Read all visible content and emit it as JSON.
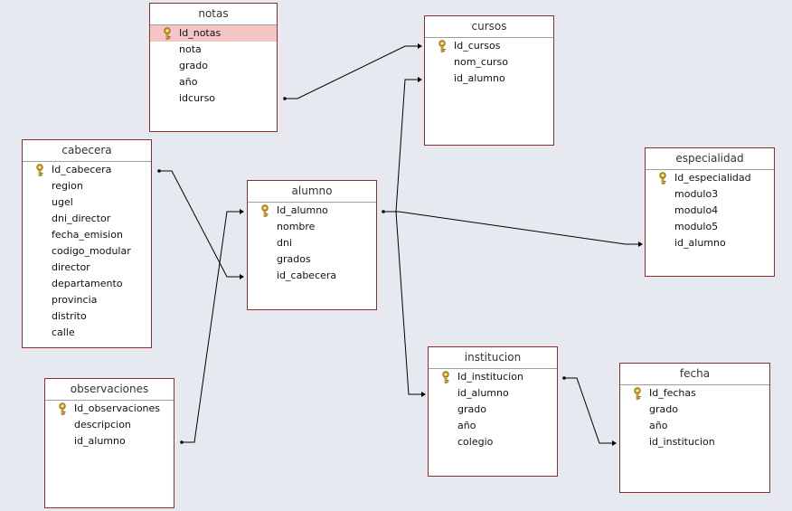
{
  "tables": [
    {
      "id": "notas",
      "title": "notas",
      "fields": [
        {
          "name": "Id_notas",
          "key": true,
          "selected": true
        },
        {
          "name": "nota"
        },
        {
          "name": "grado"
        },
        {
          "name": "año"
        },
        {
          "name": "idcurso"
        }
      ]
    },
    {
      "id": "cursos",
      "title": "cursos",
      "fields": [
        {
          "name": "Id_cursos",
          "key": true
        },
        {
          "name": "nom_curso"
        },
        {
          "name": "id_alumno"
        }
      ]
    },
    {
      "id": "cabecera",
      "title": "cabecera",
      "fields": [
        {
          "name": "Id_cabecera",
          "key": true
        },
        {
          "name": "region"
        },
        {
          "name": "ugel"
        },
        {
          "name": "dni_director"
        },
        {
          "name": "fecha_emision"
        },
        {
          "name": "codigo_modular"
        },
        {
          "name": "director"
        },
        {
          "name": "departamento"
        },
        {
          "name": "provincia"
        },
        {
          "name": "distrito"
        },
        {
          "name": "calle"
        }
      ]
    },
    {
      "id": "alumno",
      "title": "alumno",
      "fields": [
        {
          "name": "Id_alumno",
          "key": true
        },
        {
          "name": "nombre"
        },
        {
          "name": "dni"
        },
        {
          "name": "grados"
        },
        {
          "name": "id_cabecera"
        }
      ]
    },
    {
      "id": "especialidad",
      "title": "especialidad",
      "fields": [
        {
          "name": "Id_especialidad",
          "key": true
        },
        {
          "name": "modulo3"
        },
        {
          "name": "modulo4"
        },
        {
          "name": "modulo5"
        },
        {
          "name": "id_alumno"
        }
      ]
    },
    {
      "id": "observaciones",
      "title": "observaciones",
      "fields": [
        {
          "name": "Id_observaciones",
          "key": true
        },
        {
          "name": "descripcion"
        },
        {
          "name": "id_alumno"
        }
      ]
    },
    {
      "id": "institucion",
      "title": "institucion",
      "fields": [
        {
          "name": "Id_institucion",
          "key": true
        },
        {
          "name": "id_alumno"
        },
        {
          "name": "grado"
        },
        {
          "name": "año"
        },
        {
          "name": "colegio"
        }
      ]
    },
    {
      "id": "fecha",
      "title": "fecha",
      "fields": [
        {
          "name": "Id_fechas",
          "key": true
        },
        {
          "name": "grado"
        },
        {
          "name": "año"
        },
        {
          "name": "id_institucion"
        }
      ]
    }
  ],
  "relationships": [
    {
      "from": "notas.idcurso",
      "to": "cursos.Id_cursos"
    },
    {
      "from": "alumno.Id_alumno",
      "to": "cursos.id_alumno"
    },
    {
      "from": "cabecera.Id_cabecera",
      "to": "alumno.id_cabecera"
    },
    {
      "from": "alumno.Id_alumno",
      "to": "especialidad.id_alumno"
    },
    {
      "from": "observaciones.id_alumno",
      "to": "alumno.Id_alumno"
    },
    {
      "from": "alumno.Id_alumno",
      "to": "institucion.id_alumno"
    },
    {
      "from": "institucion.Id_institucion",
      "to": "fecha.id_institucion"
    }
  ],
  "colors": {
    "border": "#8b2f2f",
    "selected": "#f6c6c6",
    "background": "#e6e9ef",
    "line": "#000000"
  }
}
